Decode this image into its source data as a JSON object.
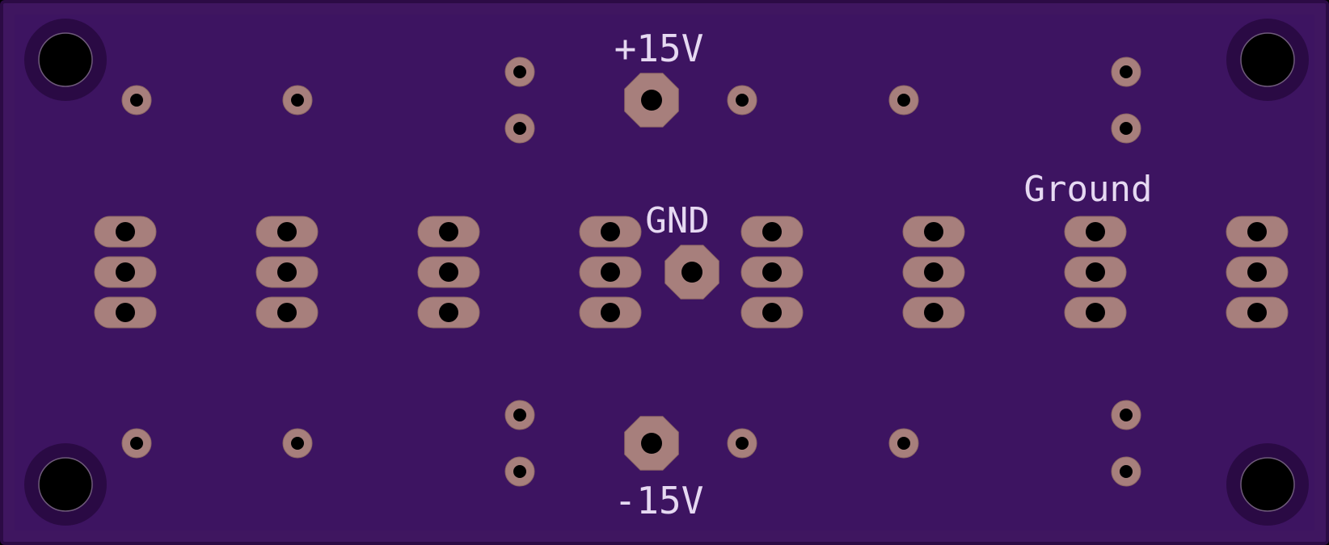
{
  "colors": {
    "background": "#000000",
    "board_outer": "#3f1660",
    "board_edge": "#2c0b45",
    "mask_inner": "#3d1461",
    "copper_pad": "#a77f7c",
    "copper_pad_edge": "#8d6765",
    "drill": "#000000",
    "mount_ring": "#2a0a44",
    "mount_hole": "#000000",
    "silkscreen": "#e6d9f2"
  },
  "labels": {
    "plus15v": "+15V",
    "gnd": "GND",
    "minus15v": "-15V",
    "ground": "Ground"
  },
  "components": {
    "mounting_holes": 4,
    "power_terminals": [
      "+15V",
      "GND",
      "-15V"
    ],
    "three_pin_headers": 8,
    "small_through_holes": 16
  }
}
